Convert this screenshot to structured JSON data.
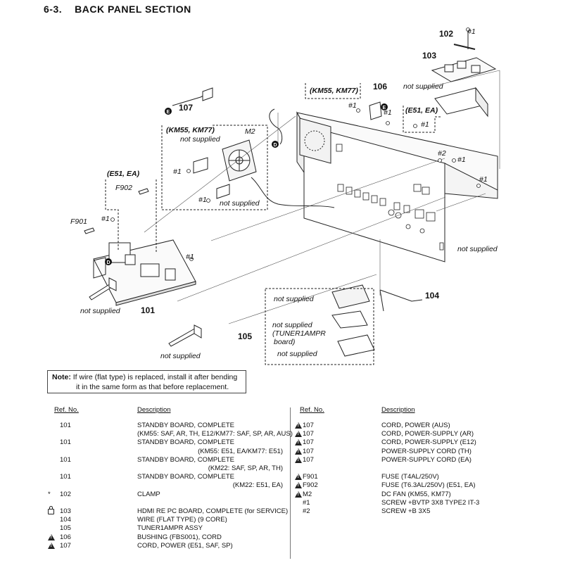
{
  "section": {
    "number": "6-3.",
    "title": "BACK PANEL SECTION"
  },
  "diagram": {
    "callouts": {
      "c101": "101",
      "c102": "102",
      "c103": "103",
      "c104": "104",
      "c105": "105",
      "c106": "106",
      "c107": "107",
      "m2": "M2",
      "f901": "F901",
      "f902": "F902"
    },
    "screws": {
      "s1": "#1",
      "s2": "#2"
    },
    "regions": {
      "km55_km77": "(KM55, KM77)",
      "e51_ea": "(E51, EA)"
    },
    "labels": {
      "not_supplied": "not supplied",
      "tuner_line1": "not supplied",
      "tuner_line2": "(TUNER1AMPR",
      "tuner_line3": "board)"
    },
    "markers": {
      "e": "E",
      "d": "D"
    }
  },
  "note": {
    "label": "Note:",
    "line1": " If wire (flat type) is replaced, install it after bending",
    "line2": "it in the same form as that before replacement."
  },
  "parts_list": {
    "headers": {
      "ref": "Ref. No.",
      "desc": "Description"
    },
    "left": [
      {
        "mark": "",
        "ref": "101",
        "desc": "STANDBY BOARD, COMPLETE"
      },
      {
        "mark": "",
        "ref": "",
        "desc": "(KM55: SAF, AR, TH, E12/KM77: SAF, SP, AR, AUS)"
      },
      {
        "mark": "",
        "ref": "101",
        "desc": "STANDBY BOARD, COMPLETE"
      },
      {
        "mark": "",
        "ref": "",
        "desc": "(KM55: E51, EA/KM77: E51)",
        "align": "right"
      },
      {
        "mark": "",
        "ref": "101",
        "desc": "STANDBY BOARD, COMPLETE"
      },
      {
        "mark": "",
        "ref": "",
        "desc": "(KM22: SAF, SP, AR, TH)",
        "align": "right"
      },
      {
        "mark": "",
        "ref": "101",
        "desc": "STANDBY BOARD, COMPLETE"
      },
      {
        "mark": "",
        "ref": "",
        "desc": "(KM22: E51, EA)",
        "align": "right"
      },
      {
        "mark": "*",
        "ref": "102",
        "desc": "CLAMP"
      },
      {
        "mark": "",
        "ref": "",
        "desc": ""
      },
      {
        "mark": "lock",
        "ref": "103",
        "desc": "HDMI RE PC BOARD, COMPLETE (for SERVICE)"
      },
      {
        "mark": "",
        "ref": "104",
        "desc": "WIRE (FLAT TYPE) (9 CORE)"
      },
      {
        "mark": "",
        "ref": "105",
        "desc": "TUNER1AMPR ASSY"
      },
      {
        "mark": "warn",
        "ref": "106",
        "desc": "BUSHING (FBS001), CORD"
      },
      {
        "mark": "warn",
        "ref": "107",
        "desc": "CORD, POWER (E51, SAF, SP)"
      }
    ],
    "right": [
      {
        "mark": "warn",
        "ref": "107",
        "desc": "CORD, POWER (AUS)"
      },
      {
        "mark": "warn",
        "ref": "107",
        "desc": "CORD, POWER-SUPPLY (AR)"
      },
      {
        "mark": "warn",
        "ref": "107",
        "desc": "CORD, POWER-SUPPLY (E12)"
      },
      {
        "mark": "warn",
        "ref": "107",
        "desc": "POWER-SUPPLY CORD (TH)"
      },
      {
        "mark": "warn",
        "ref": "107",
        "desc": "POWER-SUPPLY CORD (EA)"
      },
      {
        "mark": "",
        "ref": "",
        "desc": ""
      },
      {
        "mark": "warn",
        "ref": "F901",
        "desc": "FUSE (T4AL/250V)"
      },
      {
        "mark": "warn",
        "ref": "F902",
        "desc": "FUSE (T6.3AL/250V) (E51, EA)"
      },
      {
        "mark": "warn",
        "ref": "M2",
        "desc": "DC FAN (KM55, KM77)"
      },
      {
        "mark": "",
        "ref": "#1",
        "desc": "SCREW +BVTP 3X8 TYPE2 IT-3"
      },
      {
        "mark": "",
        "ref": "#2",
        "desc": "SCREW +B 3X5"
      }
    ]
  }
}
